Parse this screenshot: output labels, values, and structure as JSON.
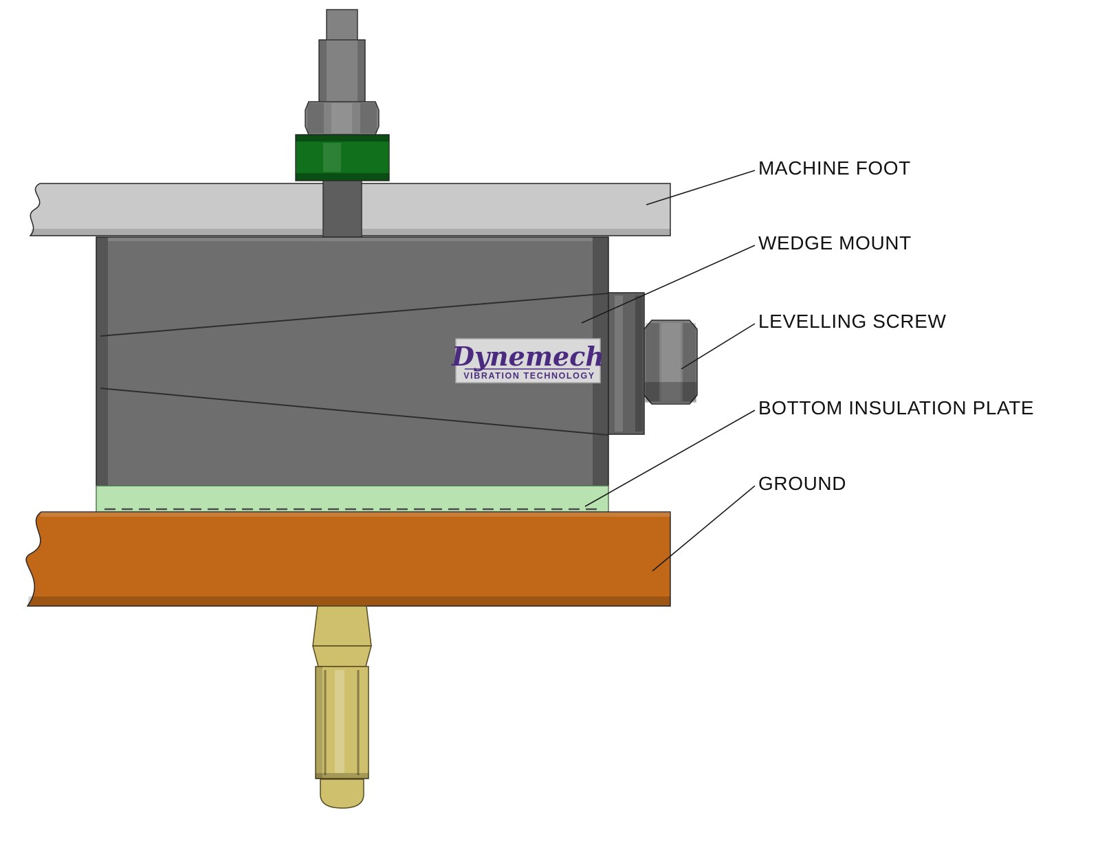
{
  "diagram": {
    "labels": {
      "machine_foot": "MACHINE FOOT",
      "wedge_mount": "WEDGE MOUNT",
      "levelling_screw": "LEVELLING SCREW",
      "bottom_insulation_plate": "BOTTOM INSULATION PLATE",
      "ground": "GROUND"
    },
    "logo": {
      "name": "Dynemech",
      "tagline": "VIBRATION TECHNOLOGY"
    },
    "colors": {
      "machine_foot": "#c9c9c9",
      "mount_body": "#6e6e6e",
      "insulation": "#b9e2b1",
      "ground": "#c06818",
      "anchor": "#cfc06e",
      "green_collar": "#11701c",
      "steel": "#828282",
      "steel_dark": "#5e5e5e",
      "logo_purple": "#4b2b7f",
      "logo_bg": "#d9d9d9"
    }
  }
}
